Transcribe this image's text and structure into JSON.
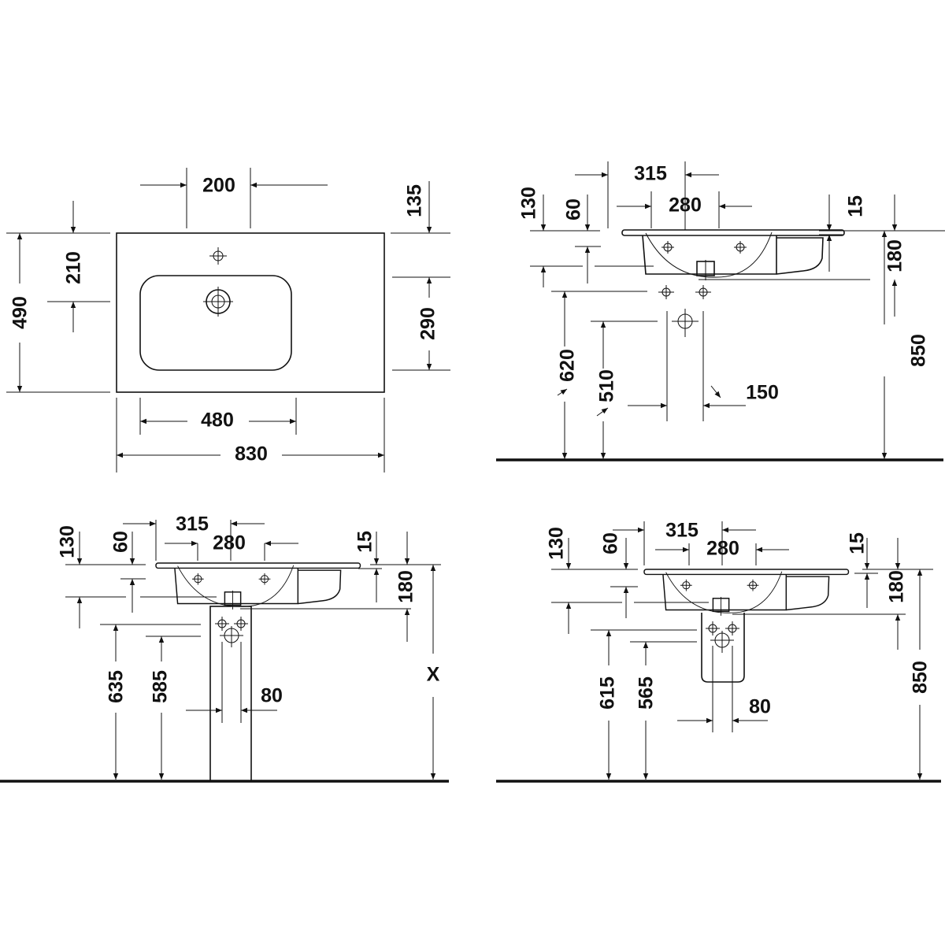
{
  "plan_view": {
    "d200": "200",
    "d135": "135",
    "d210": "210",
    "d490": "490",
    "d290": "290",
    "d480": "480",
    "d830": "830"
  },
  "wall_mounted_view": {
    "d315": "315",
    "d280": "280",
    "d130": "130",
    "d60": "60",
    "d15": "15",
    "d180": "180",
    "d850": "850",
    "d620": "620",
    "d510": "510",
    "d150": "150"
  },
  "pedestal_view": {
    "d315": "315",
    "d280": "280",
    "d130": "130",
    "d60": "60",
    "d15": "15",
    "d180": "180",
    "dX": "X",
    "d635": "635",
    "d585": "585",
    "d80": "80"
  },
  "semi_pedestal_view": {
    "d315": "315",
    "d280": "280",
    "d130": "130",
    "d60": "60",
    "d15": "15",
    "d180": "180",
    "d850": "850",
    "d615": "615",
    "d565": "565",
    "d80": "80"
  }
}
